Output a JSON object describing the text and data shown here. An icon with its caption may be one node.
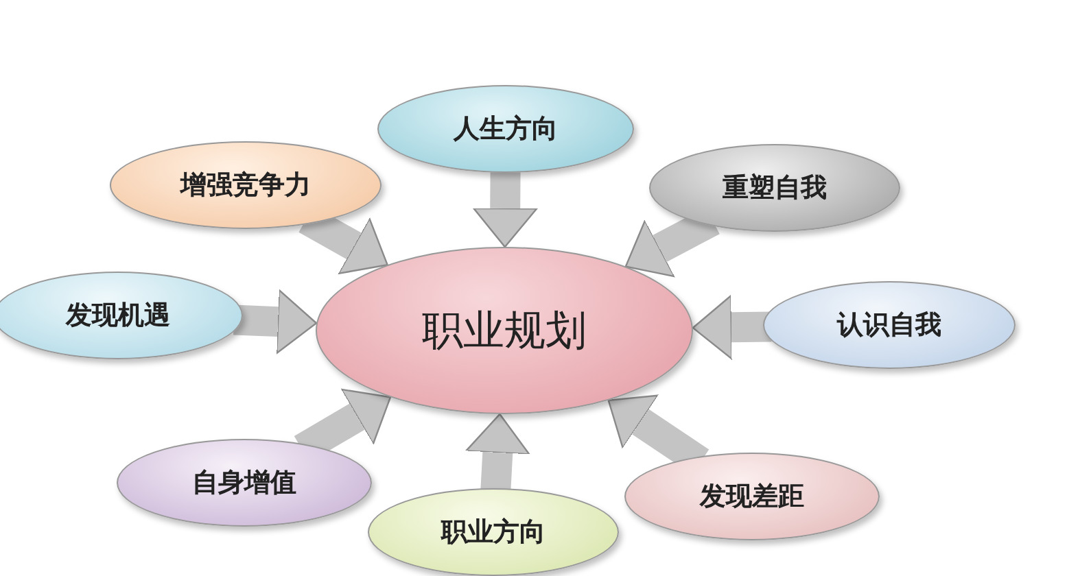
{
  "diagram": {
    "nodes": [
      {
        "text": [
          "职业规划"
        ]
      },
      {
        "text": [
          "人生方向"
        ]
      },
      {
        "text": [
          "增强竞争力"
        ]
      },
      {
        "text": [
          "重塑自我"
        ]
      },
      {
        "text": [
          "发现机遇"
        ]
      },
      {
        "text": [
          "认识自我"
        ]
      },
      {
        "text": [
          "自身增值"
        ]
      },
      {
        "text": [
          "职业方向"
        ]
      },
      {
        "text": [
          "发现差距"
        ]
      }
    ],
    "edges": [
      {
        "from": 1,
        "to": 0,
        "arrow": "to"
      },
      {
        "from": 2,
        "to": 0,
        "arrow": "to"
      },
      {
        "from": 3,
        "to": 0,
        "arrow": "to"
      },
      {
        "from": 4,
        "to": 0,
        "arrow": "to"
      },
      {
        "from": 5,
        "to": 0,
        "arrow": "to"
      },
      {
        "from": 6,
        "to": 0,
        "arrow": "to"
      },
      {
        "from": 7,
        "to": 0,
        "arrow": "to"
      },
      {
        "from": 8,
        "to": 0,
        "arrow": "to"
      }
    ]
  }
}
